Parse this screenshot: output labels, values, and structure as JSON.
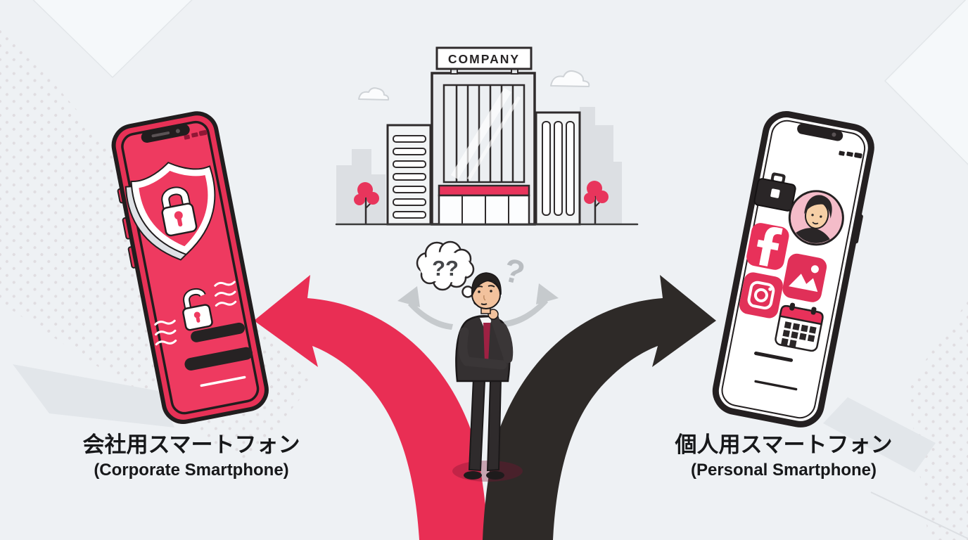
{
  "meta": {
    "kind": "decision-infographic"
  },
  "colors": {
    "background": "#eef1f4",
    "accent_red": "#e92e54",
    "accent_black": "#2e2a28",
    "dot_pattern": "#e0dde1"
  },
  "company": {
    "sign_text": "COMPANY"
  },
  "decision": {
    "thought_text": "??",
    "question_text": "?"
  },
  "left_option": {
    "label_jp": "会社用スマートフォン",
    "label_en": "(Corporate Smartphone)",
    "phone_color": "red",
    "icons": [
      "shield-lock-icon",
      "unlocked-padlock-icon"
    ]
  },
  "right_option": {
    "label_jp": "個人用スマートフォン",
    "label_en": "(Personal Smartphone)",
    "phone_color": "black-white",
    "icons": [
      "briefcase-icon",
      "avatar-icon",
      "facebook-icon",
      "photos-icon",
      "instagram-icon",
      "calendar-icon"
    ]
  }
}
